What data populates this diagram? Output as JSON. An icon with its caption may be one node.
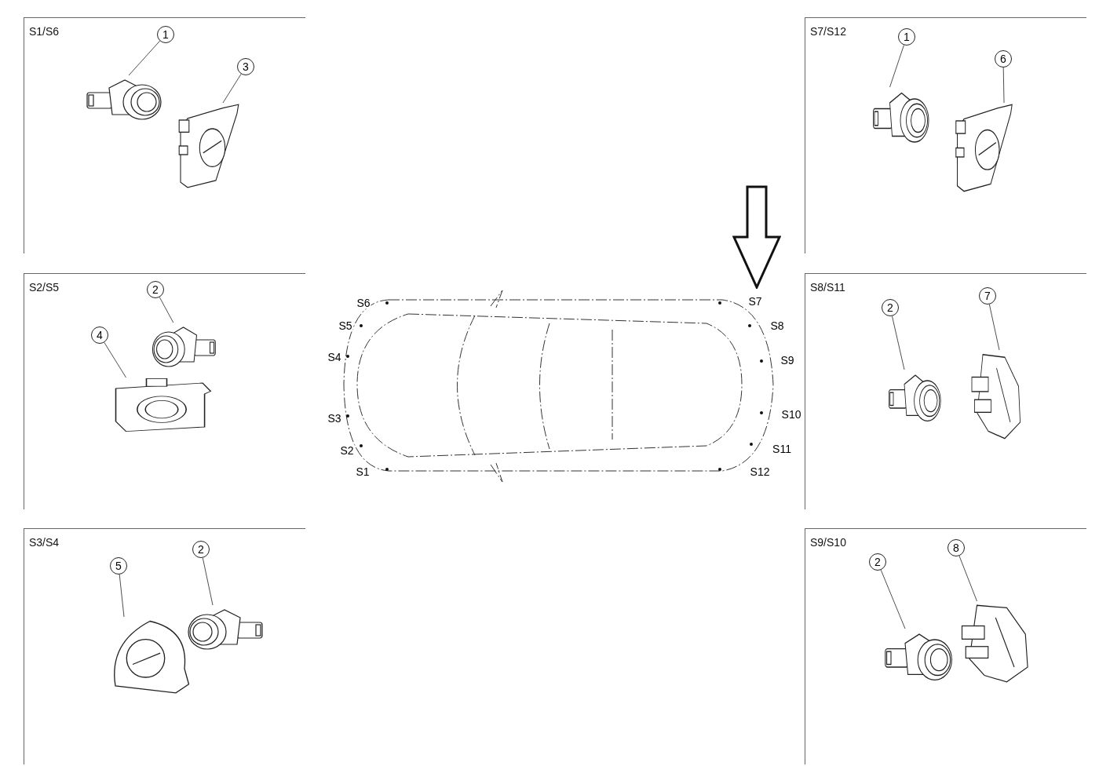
{
  "diagram": {
    "nodes": [
      {
        "text": [
          "S1/S6"
        ]
      },
      {
        "text": [
          "1"
        ],
        "in": 0
      },
      {
        "text": [],
        "shape": "picture",
        "in": 0
      },
      {
        "text": [
          "3"
        ],
        "in": 0
      },
      {
        "text": [],
        "shape": "picture",
        "in": 0
      },
      {
        "text": [
          "S2/S5"
        ]
      },
      {
        "text": [
          "2"
        ],
        "in": 5
      },
      {
        "text": [],
        "shape": "picture",
        "in": 5
      },
      {
        "text": [
          "4"
        ],
        "in": 5
      },
      {
        "text": [],
        "shape": "picture",
        "in": 5
      },
      {
        "text": [
          "S3/S4"
        ]
      },
      {
        "text": [
          "5"
        ],
        "in": 10
      },
      {
        "text": [],
        "shape": "picture",
        "in": 10
      },
      {
        "text": [
          "2"
        ],
        "in": 10
      },
      {
        "text": [],
        "shape": "picture",
        "in": 10
      },
      {
        "text": [
          "S7/S12"
        ]
      },
      {
        "text": [
          "1"
        ],
        "in": 15
      },
      {
        "text": [],
        "shape": "picture",
        "in": 15
      },
      {
        "text": [
          "6"
        ],
        "in": 15
      },
      {
        "text": [],
        "shape": "picture",
        "in": 15
      },
      {
        "text": [
          "S8/S11"
        ]
      },
      {
        "text": [
          "2"
        ],
        "in": 20
      },
      {
        "text": [],
        "shape": "picture",
        "in": 20
      },
      {
        "text": [
          "7"
        ],
        "in": 20
      },
      {
        "text": [],
        "shape": "picture",
        "in": 20
      },
      {
        "text": [
          "S9/S10"
        ]
      },
      {
        "text": [
          "2"
        ],
        "in": 25
      },
      {
        "text": [],
        "shape": "picture",
        "in": 25
      },
      {
        "text": [
          "8"
        ],
        "in": 25
      },
      {
        "text": [],
        "shape": "picture",
        "in": 25
      }
    ],
    "edges": [
      {
        "from": 1,
        "to": 2,
        "arrow": "none"
      },
      {
        "from": 3,
        "to": 4,
        "arrow": "none"
      },
      {
        "from": 6,
        "to": 7,
        "arrow": "none"
      },
      {
        "from": 8,
        "to": 9,
        "arrow": "none"
      },
      {
        "from": 11,
        "to": 12,
        "arrow": "none"
      },
      {
        "from": 13,
        "to": 14,
        "arrow": "none"
      },
      {
        "from": 16,
        "to": 17,
        "arrow": "none"
      },
      {
        "from": 18,
        "to": 19,
        "arrow": "none"
      },
      {
        "from": 21,
        "to": 22,
        "arrow": "none"
      },
      {
        "from": 23,
        "to": 24,
        "arrow": "none"
      },
      {
        "from": 26,
        "to": 27,
        "arrow": "none"
      },
      {
        "from": 28,
        "to": 29,
        "arrow": "none"
      }
    ],
    "labels": [
      "S6",
      "S5",
      "S4",
      "S3",
      "S2",
      "S1",
      "S7",
      "S8",
      "S9",
      "S10",
      "S11",
      "S12"
    ]
  }
}
